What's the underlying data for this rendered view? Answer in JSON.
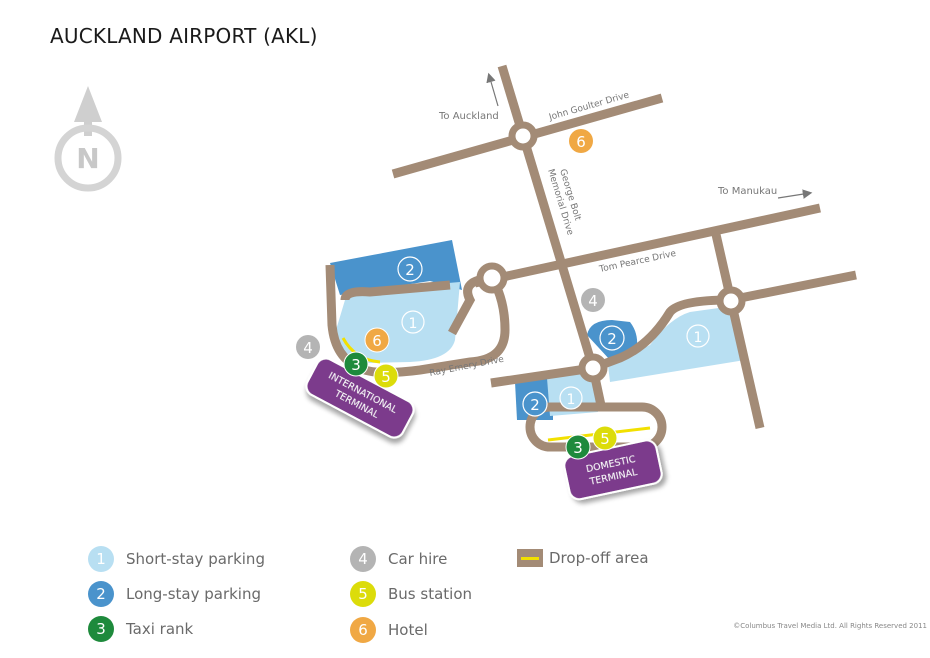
{
  "title": "AUCKLAND AIRPORT (AKL)",
  "compass": {
    "label": "N"
  },
  "roads": {
    "john_goulter": "John Goulter Drive",
    "george_bolt_1": "George Bolt",
    "george_bolt_2": "Memorial Drive",
    "tom_pearce": "Tom Pearce Drive",
    "ray_emery": "Ray Emery Drive",
    "to_auckland": "To Auckland",
    "to_manukau": "To Manukau"
  },
  "terminals": {
    "international_1": "INTERNATIONAL",
    "international_2": "TERMINAL",
    "domestic_1": "DOMESTIC",
    "domestic_2": "TERMINAL"
  },
  "markers": {
    "short": "1",
    "long": "2",
    "taxi": "3",
    "car": "4",
    "bus": "5",
    "hotel": "6"
  },
  "legend": [
    {
      "num": "1",
      "label": "Short-stay parking",
      "color": "#b8dff2",
      "text_color": "#ffffff"
    },
    {
      "num": "2",
      "label": "Long-stay parking",
      "color": "#4a93cc",
      "text_color": "#ffffff"
    },
    {
      "num": "3",
      "label": "Taxi rank",
      "color": "#1e8a3c",
      "text_color": "#ffffff"
    },
    {
      "num": "4",
      "label": "Car hire",
      "color": "#b4b4b4",
      "text_color": "#ffffff"
    },
    {
      "num": "5",
      "label": "Bus station",
      "color": "#dcdc0a",
      "text_color": "#ffffff"
    },
    {
      "num": "6",
      "label": "Hotel",
      "color": "#f0a844",
      "text_color": "#ffffff"
    }
  ],
  "dropoff_label": "Drop-off area",
  "copyright": "©Columbus Travel Media Ltd. All Rights Reserved 2011",
  "colors": {
    "road": "#a38b76",
    "short_stay": "#b8dff2",
    "long_stay": "#4a93cc",
    "terminal": "#7b3a8c",
    "dropoff": "#f2e000"
  }
}
